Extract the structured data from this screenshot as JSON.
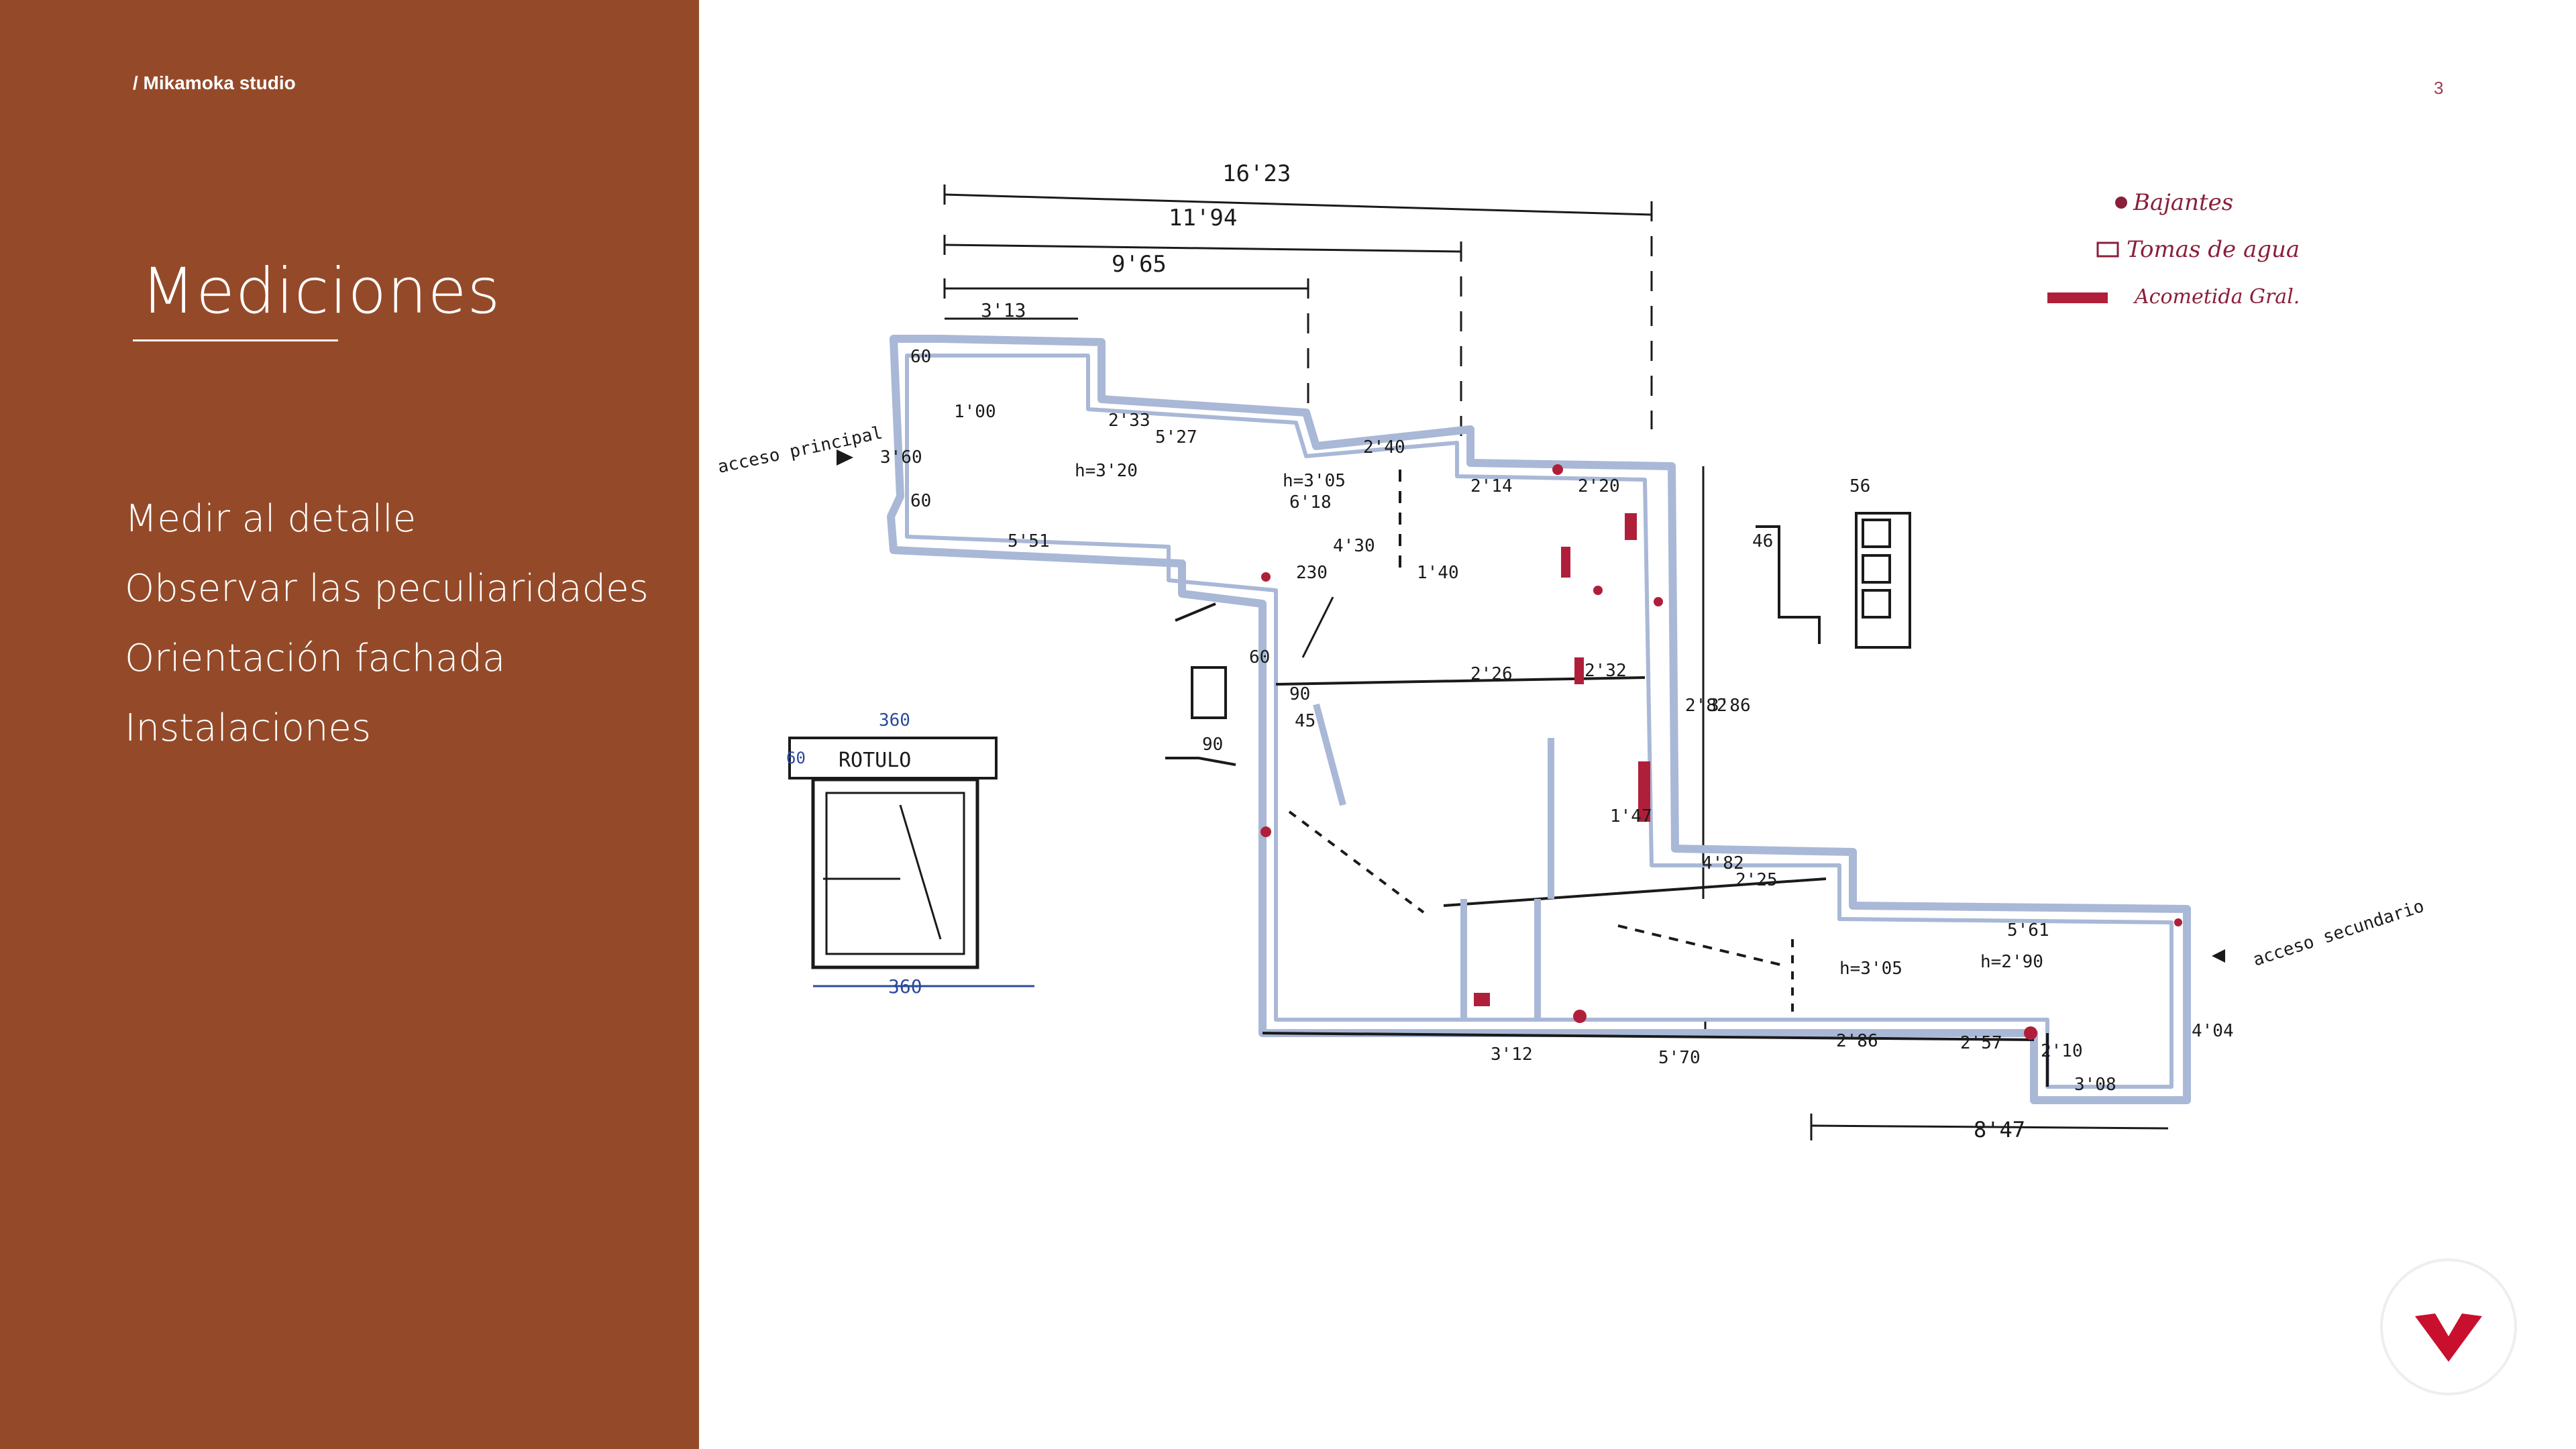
{
  "header": {
    "studio": "/ Mikamoka studio",
    "page_number": "3"
  },
  "sidebar": {
    "title": "Mediciones",
    "items": [
      "Medir al detalle",
      "Observar las peculiaridades",
      "Orientación fachada",
      "Instalaciones"
    ],
    "background": "#944a29"
  },
  "plan": {
    "dims_top": [
      "16'23",
      "11'94",
      "9'65",
      "3'13"
    ],
    "legend": [
      "Bajantes",
      "Tomas de agua",
      "Acometida Gral."
    ],
    "labels": {
      "main_access": "acceso principal",
      "secondary_access": "acceso secundario",
      "rotulo": "ROTULO",
      "sign_width_top": "360",
      "sign_width_bottom": "360",
      "sign_height": "60"
    },
    "dims_misc": [
      "3'60",
      "60",
      "60",
      "1'00",
      "2'33",
      "5'27",
      "2'40",
      "h=3'20",
      "h=3'05",
      "6'18",
      "5'51",
      "4'30",
      "230",
      "1'40",
      "2'14",
      "2'20",
      "2'26",
      "2'32",
      "2'82",
      "3'86",
      "1'47",
      "4'82",
      "2'25",
      "5'61",
      "h=3'05",
      "h=2'90",
      "3'12",
      "5'70",
      "2'86",
      "2'57",
      "3'08",
      "2'10",
      "4'04",
      "8'47",
      "56",
      "46",
      "60",
      "90",
      "45",
      "90"
    ],
    "colors": {
      "wall": "#a9b8d6",
      "ink": "#1a1a1a",
      "accent": "#8a1f3a",
      "blue": "#2b4a9b"
    }
  },
  "brand": {
    "logo_color": "#c8102e",
    "icon": "brand-logo-icon"
  }
}
